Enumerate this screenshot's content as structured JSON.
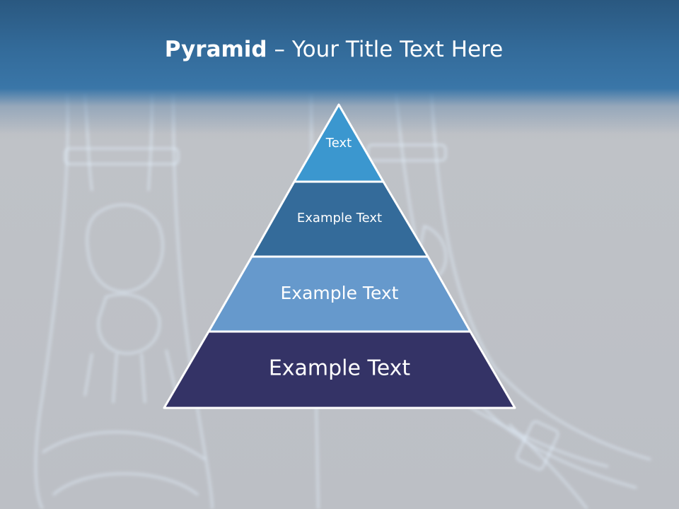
{
  "slide": {
    "title_bold": "Pyramid",
    "title_rest": " – Your Title Text Here"
  },
  "pyramid": {
    "tiers": [
      {
        "label": "Text",
        "color": "#3b97cf"
      },
      {
        "label": "Example Text",
        "color": "#346b9a"
      },
      {
        "label": "Example Text",
        "color": "#6699cc"
      },
      {
        "label": "Example Text",
        "color": "#343366"
      }
    ]
  },
  "colors": {
    "header": "#336b9a",
    "background": "#bcbfc5",
    "tier_border": "#ffffff"
  },
  "icons": [
    "foot-skeleton-xray-left",
    "foot-skeleton-xray-right"
  ]
}
